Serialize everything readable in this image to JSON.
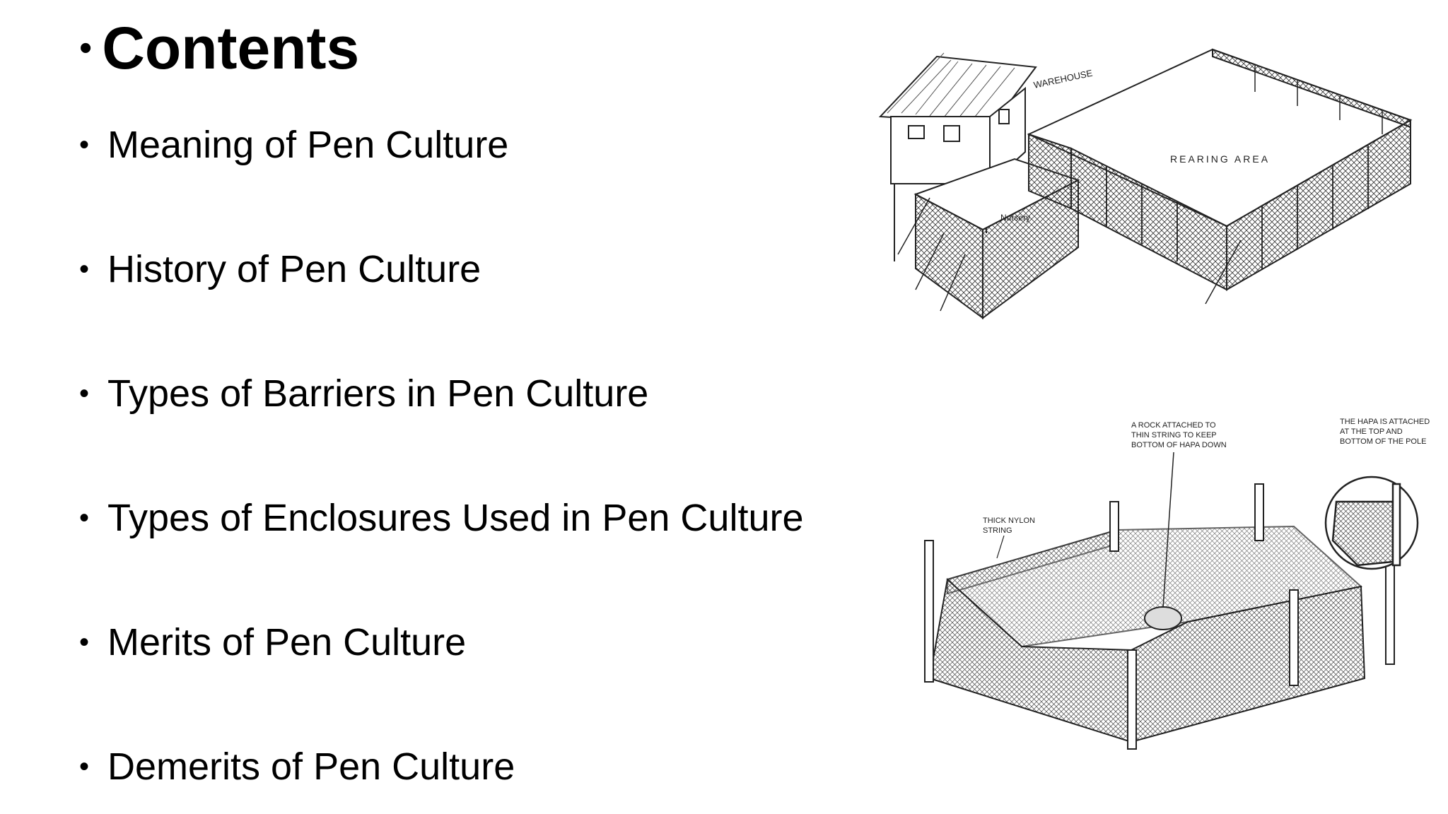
{
  "slide": {
    "title": "Contents",
    "items": [
      "Meaning of Pen Culture",
      "History of Pen Culture",
      "Types of Barriers in Pen Culture",
      "Types of Enclosures Used in Pen Culture",
      "Merits of Pen Culture",
      "Demerits of Pen Culture"
    ]
  },
  "figures": {
    "top": {
      "warehouse_label": "WAREHOUSE",
      "rearing_label": "REARING AREA",
      "nursery_label": "Nursery"
    },
    "bottom": {
      "callout_center": [
        "A ROCK ATTACHED TO",
        "THIN STRING TO KEEP",
        "BOTTOM OF HAPA DOWN"
      ],
      "callout_right": [
        "THE HAPA IS ATTACHED",
        "AT THE TOP AND",
        "BOTTOM OF THE POLE"
      ],
      "callout_left": [
        "THICK NYLON",
        "STRING"
      ]
    }
  }
}
